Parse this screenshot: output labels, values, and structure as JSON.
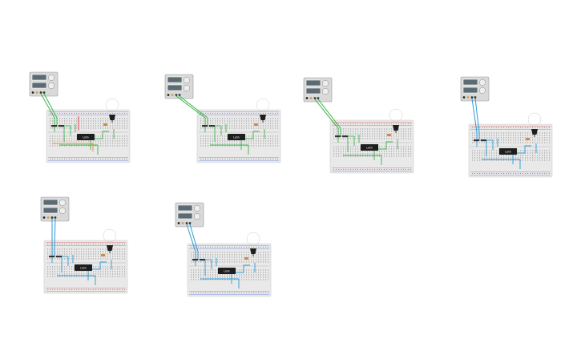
{
  "figure": {
    "breadboards": [
      {
        "wire_color": "#3bb54a",
        "accent_wires": [
          "#e04141",
          "#e8892b"
        ],
        "chip_label": "Lolin",
        "pin_label": ""
      },
      {
        "wire_color": "#3bb54a",
        "accent_wires": [],
        "chip_label": "Lolin",
        "pin_label": ""
      },
      {
        "wire_color": "#3bb54a",
        "accent_wires": [],
        "chip_label": "Lolin",
        "pin_label": ""
      },
      {
        "wire_color": "#2a9ad6",
        "accent_wires": [],
        "chip_label": "Lolin",
        "pin_label": ""
      },
      {
        "wire_color": "#2a9ad6",
        "accent_wires": [],
        "chip_label": "Lolin",
        "pin_label": ""
      },
      {
        "wire_color": "#2a9ad6",
        "accent_wires": [],
        "chip_label": "Lolin",
        "pin_label": ""
      }
    ],
    "colors": {
      "board": "#e9e9e9",
      "board_edge": "#cfcfcf",
      "rail_red": "#e05a5a",
      "rail_blue": "#5a7fe0",
      "chip": "#1e1e1e",
      "power_supply": "#d9d9d9",
      "resistor": "#c98a4a"
    }
  }
}
